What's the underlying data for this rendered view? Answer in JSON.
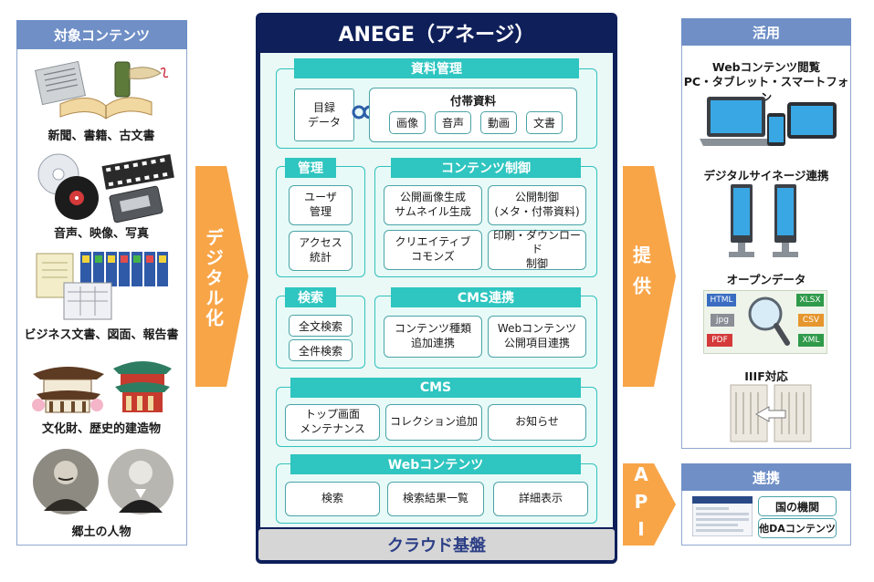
{
  "left": {
    "header": "対象コンテンツ",
    "items": [
      {
        "label": "新聞、書籍、古文書"
      },
      {
        "label": "音声、映像、写真"
      },
      {
        "label": "ビジネス文書、図面、報告書"
      },
      {
        "label": "文化財、歴史的建造物"
      },
      {
        "label": "郷土の人物"
      }
    ]
  },
  "arrows": {
    "digitize": "デジタル化",
    "provide": "提供",
    "api": "API"
  },
  "platform": {
    "title": "ANEGE（アネージ）",
    "base": "クラウド基盤",
    "shiryo": {
      "title": "資料管理",
      "mokuroku": "目録\nデータ",
      "futai_title": "付帯資料",
      "futai_items": [
        "画像",
        "音声",
        "動画",
        "文書"
      ]
    },
    "kanri": {
      "title": "管理",
      "items": [
        "ユーザ\n管理",
        "アクセス\n統計"
      ]
    },
    "contents": {
      "title": "コンテンツ制御",
      "items": [
        "公開画像生成\nサムネイル生成",
        "公開制御\n(メタ・付帯資料)",
        "クリエイティブ\nコモンズ",
        "印刷・ダウンロード\n制御"
      ]
    },
    "kensaku": {
      "title": "検索",
      "items": [
        "全文検索",
        "全件検索"
      ]
    },
    "cms_renkei": {
      "title": "CMS連携",
      "items": [
        "コンテンツ種類\n追加連携",
        "Webコンテンツ\n公開項目連携"
      ]
    },
    "cms": {
      "title": "CMS",
      "items": [
        "トップ画面\nメンテナンス",
        "コレクション追加",
        "お知らせ"
      ]
    },
    "web": {
      "title": "Webコンテンツ",
      "items": [
        "検索",
        "検索結果一覧",
        "詳細表示"
      ]
    }
  },
  "right": {
    "header": "活用",
    "items": [
      {
        "label": "Webコンテンツ閲覧\nPC・タブレット・スマートフォン"
      },
      {
        "label": "デジタルサイネージ連携"
      },
      {
        "label": "オープンデータ",
        "formats": [
          "HTML",
          "XLSX",
          "jpg",
          "CSV",
          "PDF",
          "XML"
        ]
      },
      {
        "label": "IIIF対応"
      }
    ],
    "link_header": "連携",
    "link_items": [
      "国の機関",
      "他DAコンテンツ"
    ]
  },
  "colors": {
    "navy": "#0e1f5a",
    "teal": "#2fc5c0",
    "orange": "#f8a548",
    "blue_header": "#6f8fc6"
  }
}
